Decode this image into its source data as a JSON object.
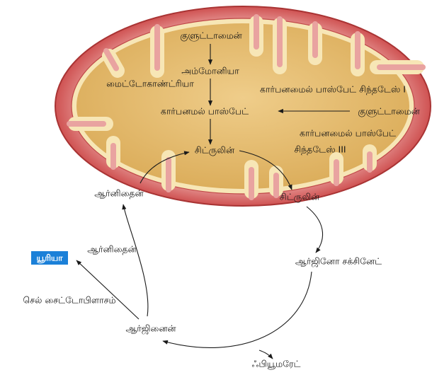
{
  "diagram": {
    "labels": {
      "glutamine_top": "குளுட்டாமைன்",
      "ammonia": "அம்மோனியா",
      "mitochondria": "மைட்டோகாண்ட்ரியா",
      "cps1": "கார்பனமைல் பாஸ்பேட் சிந்தடேஸ் I",
      "carbamoyl_phosphate": "கார்பனமல் பாஸ்பேட்",
      "glutamine_right": "குளுட்டாமைன்",
      "cps3_line1": "கார்பனமைல் பாஸ்பேட்",
      "cps3_line2": "சிந்தடேஸ் III",
      "citrulline_mito": "சிட்ருலின்",
      "ornithine_mito": "ஆர்னிதைன்",
      "citrulline_cyto": "சிட்ருலின்",
      "ornithine_cyto": "ஆர்னிதைன்",
      "urea": "யூரியா",
      "argininosuccinate": "ஆர்ஜினோ சக்சினேட்",
      "cytoplasm": "செல் சைட்டோபிளாசம்",
      "arginine": "ஆர்ஜினைன்",
      "fumarate": "ஃபியூமரேட்"
    },
    "colors": {
      "outer_membrane": "#d45a5a",
      "outer_membrane_edge": "#a93434",
      "intermembrane_space": "#e9a3a0",
      "inner_membrane": "#f7e6b6",
      "matrix": "#e3b866",
      "urea_box": "#1b80d8",
      "arrow": "#1a1a1a"
    }
  }
}
